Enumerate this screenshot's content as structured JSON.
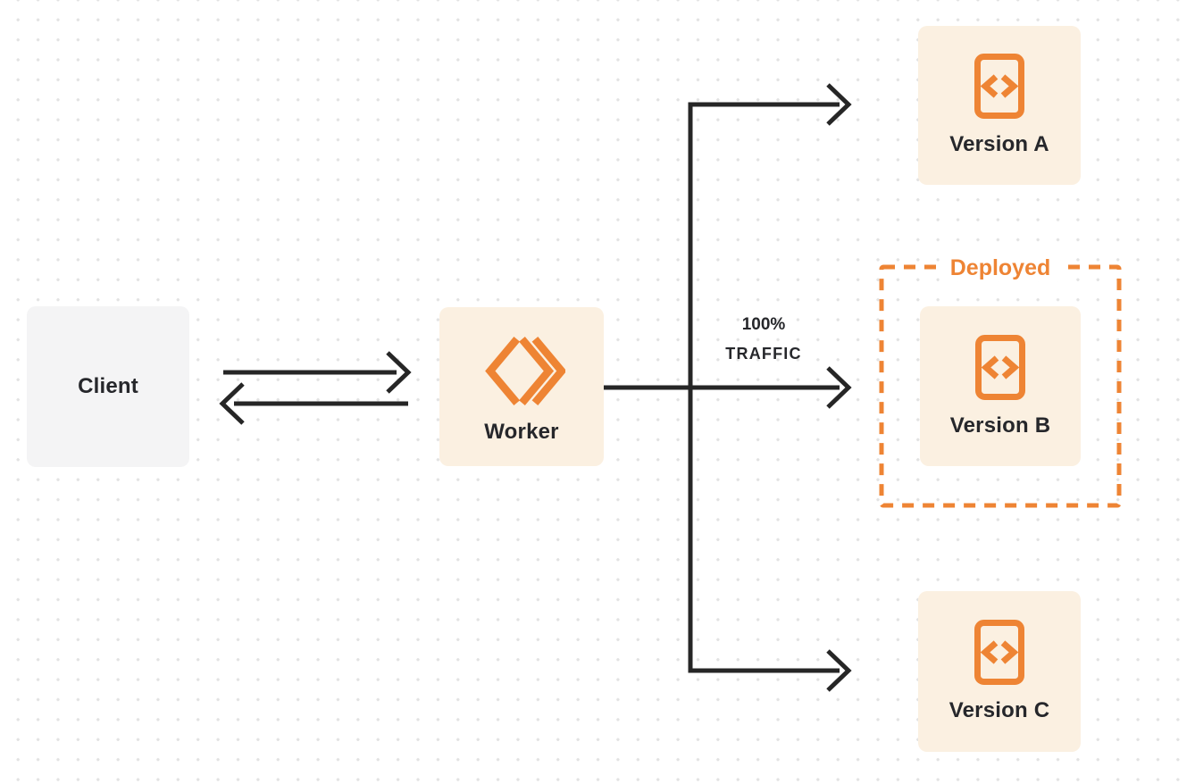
{
  "nodes": {
    "client": {
      "label": "Client"
    },
    "worker": {
      "label": "Worker"
    },
    "version_a": {
      "label": "Version A"
    },
    "version_b": {
      "label": "Version B"
    },
    "version_c": {
      "label": "Version C"
    }
  },
  "annotations": {
    "deployed_label": "Deployed",
    "traffic_line1": "100%",
    "traffic_line2": "TRAFFIC"
  },
  "icons": {
    "worker_icon": "workers-double-chevron-icon",
    "version_icon": "code-file-icon"
  },
  "colors": {
    "accent_orange": "#EE8434",
    "node_cream_bg": "#FBF0E1",
    "client_gray_bg": "#F4F4F5",
    "line_dark": "#262626",
    "canvas_bg": "#FFFFFF",
    "dot_grid": "#E3E3E3"
  }
}
